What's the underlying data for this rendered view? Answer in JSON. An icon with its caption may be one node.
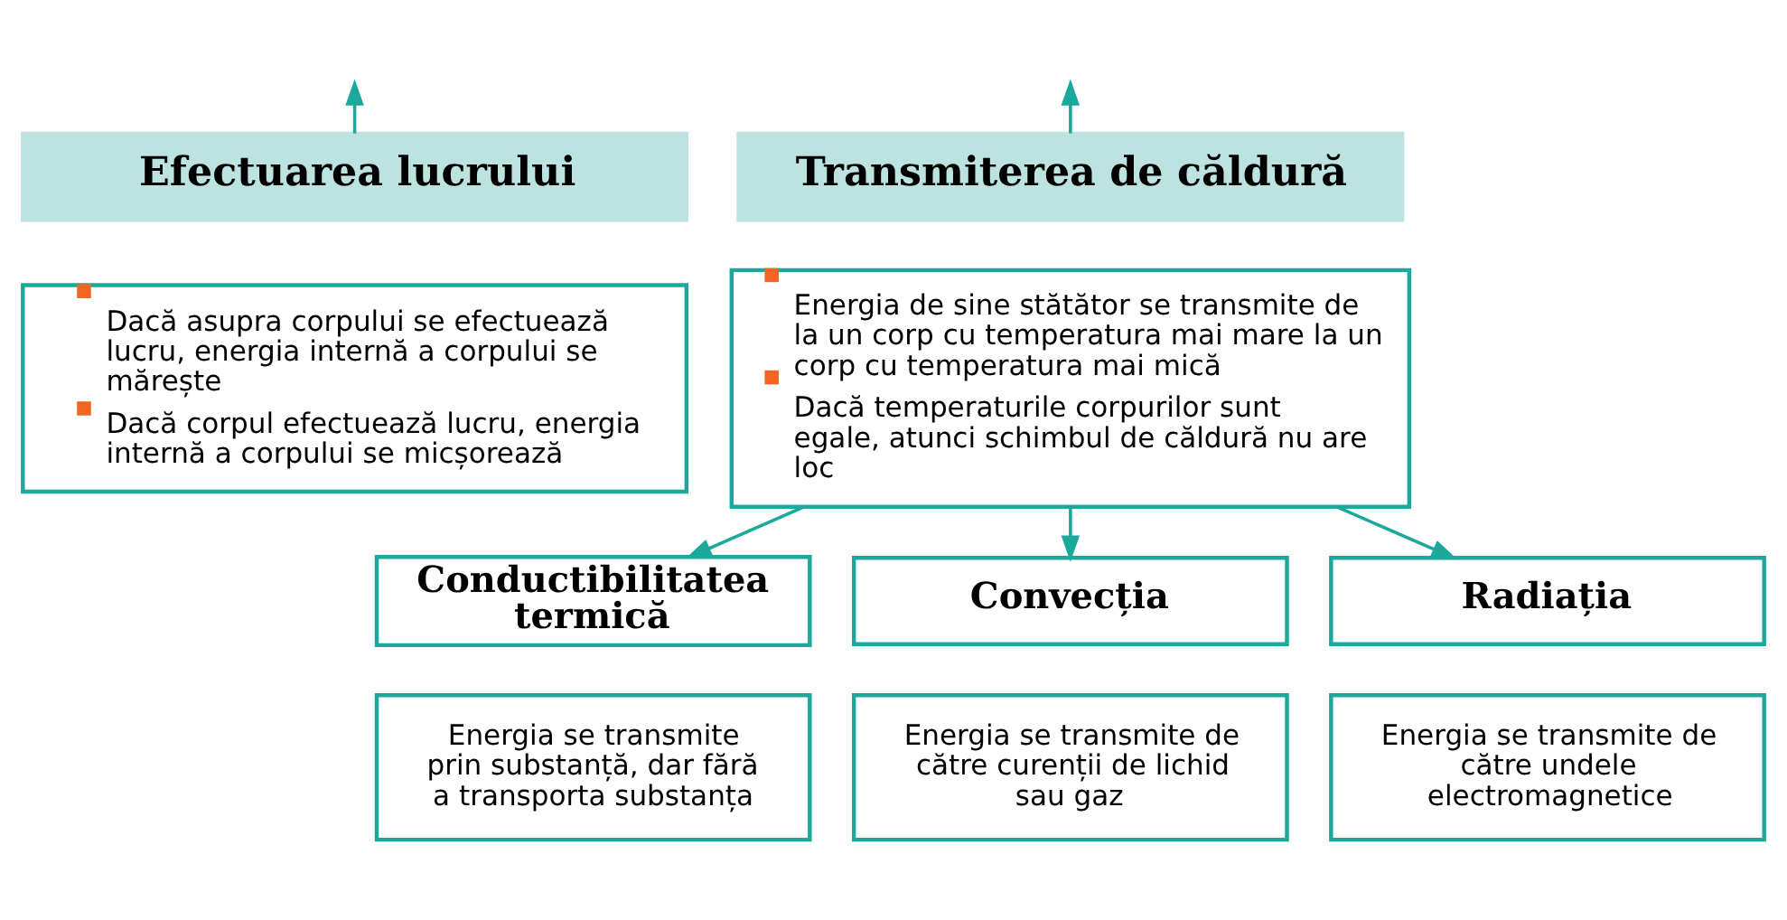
{
  "diagram": {
    "nodes": [
      {
        "text": [
          "Efectuarea lucrului"
        ]
      },
      {
        "text": [
          "Dacă asupra corpului se efectuează lucru, energia internă a corpului se mărește",
          "Dacă corpul efectuează lucru, energia internă a corpului se micșorează"
        ]
      },
      {
        "text": [
          "Transmiterea de căldură"
        ]
      },
      {
        "text": [
          "Energia de sine stătător se transmite de la un corp cu temperatura mai mare la un corp cu temperatura mai mică",
          "Dacă temperaturile corpurilor sunt egale, atunci schimbul de căldură nu are loc"
        ]
      },
      {
        "text": [
          "Conductibilitatea termică"
        ]
      },
      {
        "text": [
          "Energia se transmite prin substanță, dar fără a transporta substanța"
        ]
      },
      {
        "text": [
          "Convecția"
        ]
      },
      {
        "text": [
          "Energia se transmite de către curenții de lichid sau gaz"
        ]
      },
      {
        "text": [
          "Radiația"
        ]
      },
      {
        "text": [
          "Energia se transmite de către undele electromagnetice"
        ]
      }
    ],
    "edges": [
      {
        "from": 0,
        "to": null,
        "arrow": "to"
      },
      {
        "from": 2,
        "to": null,
        "arrow": "to"
      },
      {
        "from": 3,
        "to": 4,
        "arrow": "to"
      },
      {
        "from": 3,
        "to": 6,
        "arrow": "to"
      },
      {
        "from": 3,
        "to": 8,
        "arrow": "to"
      }
    ]
  }
}
